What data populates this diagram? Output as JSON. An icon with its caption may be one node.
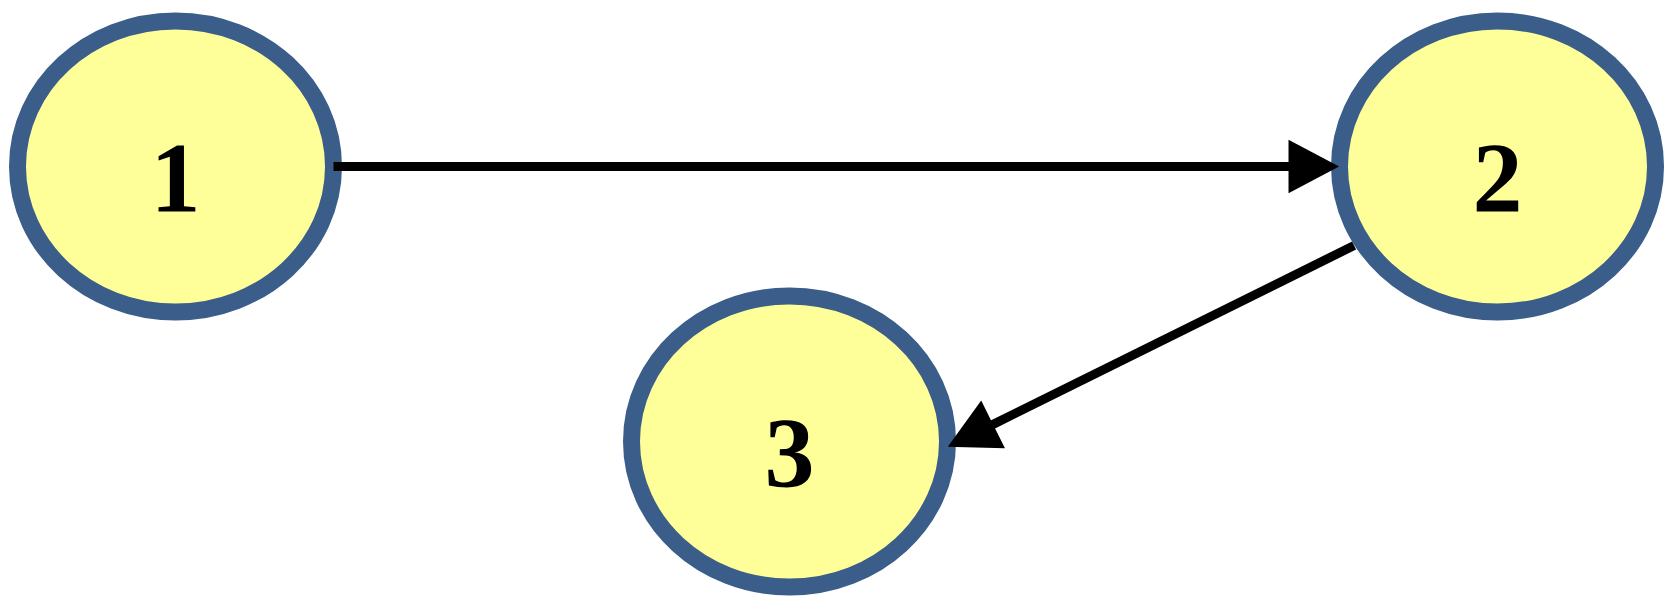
{
  "diagram": {
    "nodes": [
      {
        "text": [
          "1"
        ]
      },
      {
        "text": [
          "2"
        ]
      },
      {
        "text": [
          "3"
        ]
      }
    ],
    "edges": [
      {
        "from": 0,
        "to": 1,
        "arrow": "to"
      },
      {
        "from": 1,
        "to": 2,
        "arrow": "to"
      }
    ]
  }
}
